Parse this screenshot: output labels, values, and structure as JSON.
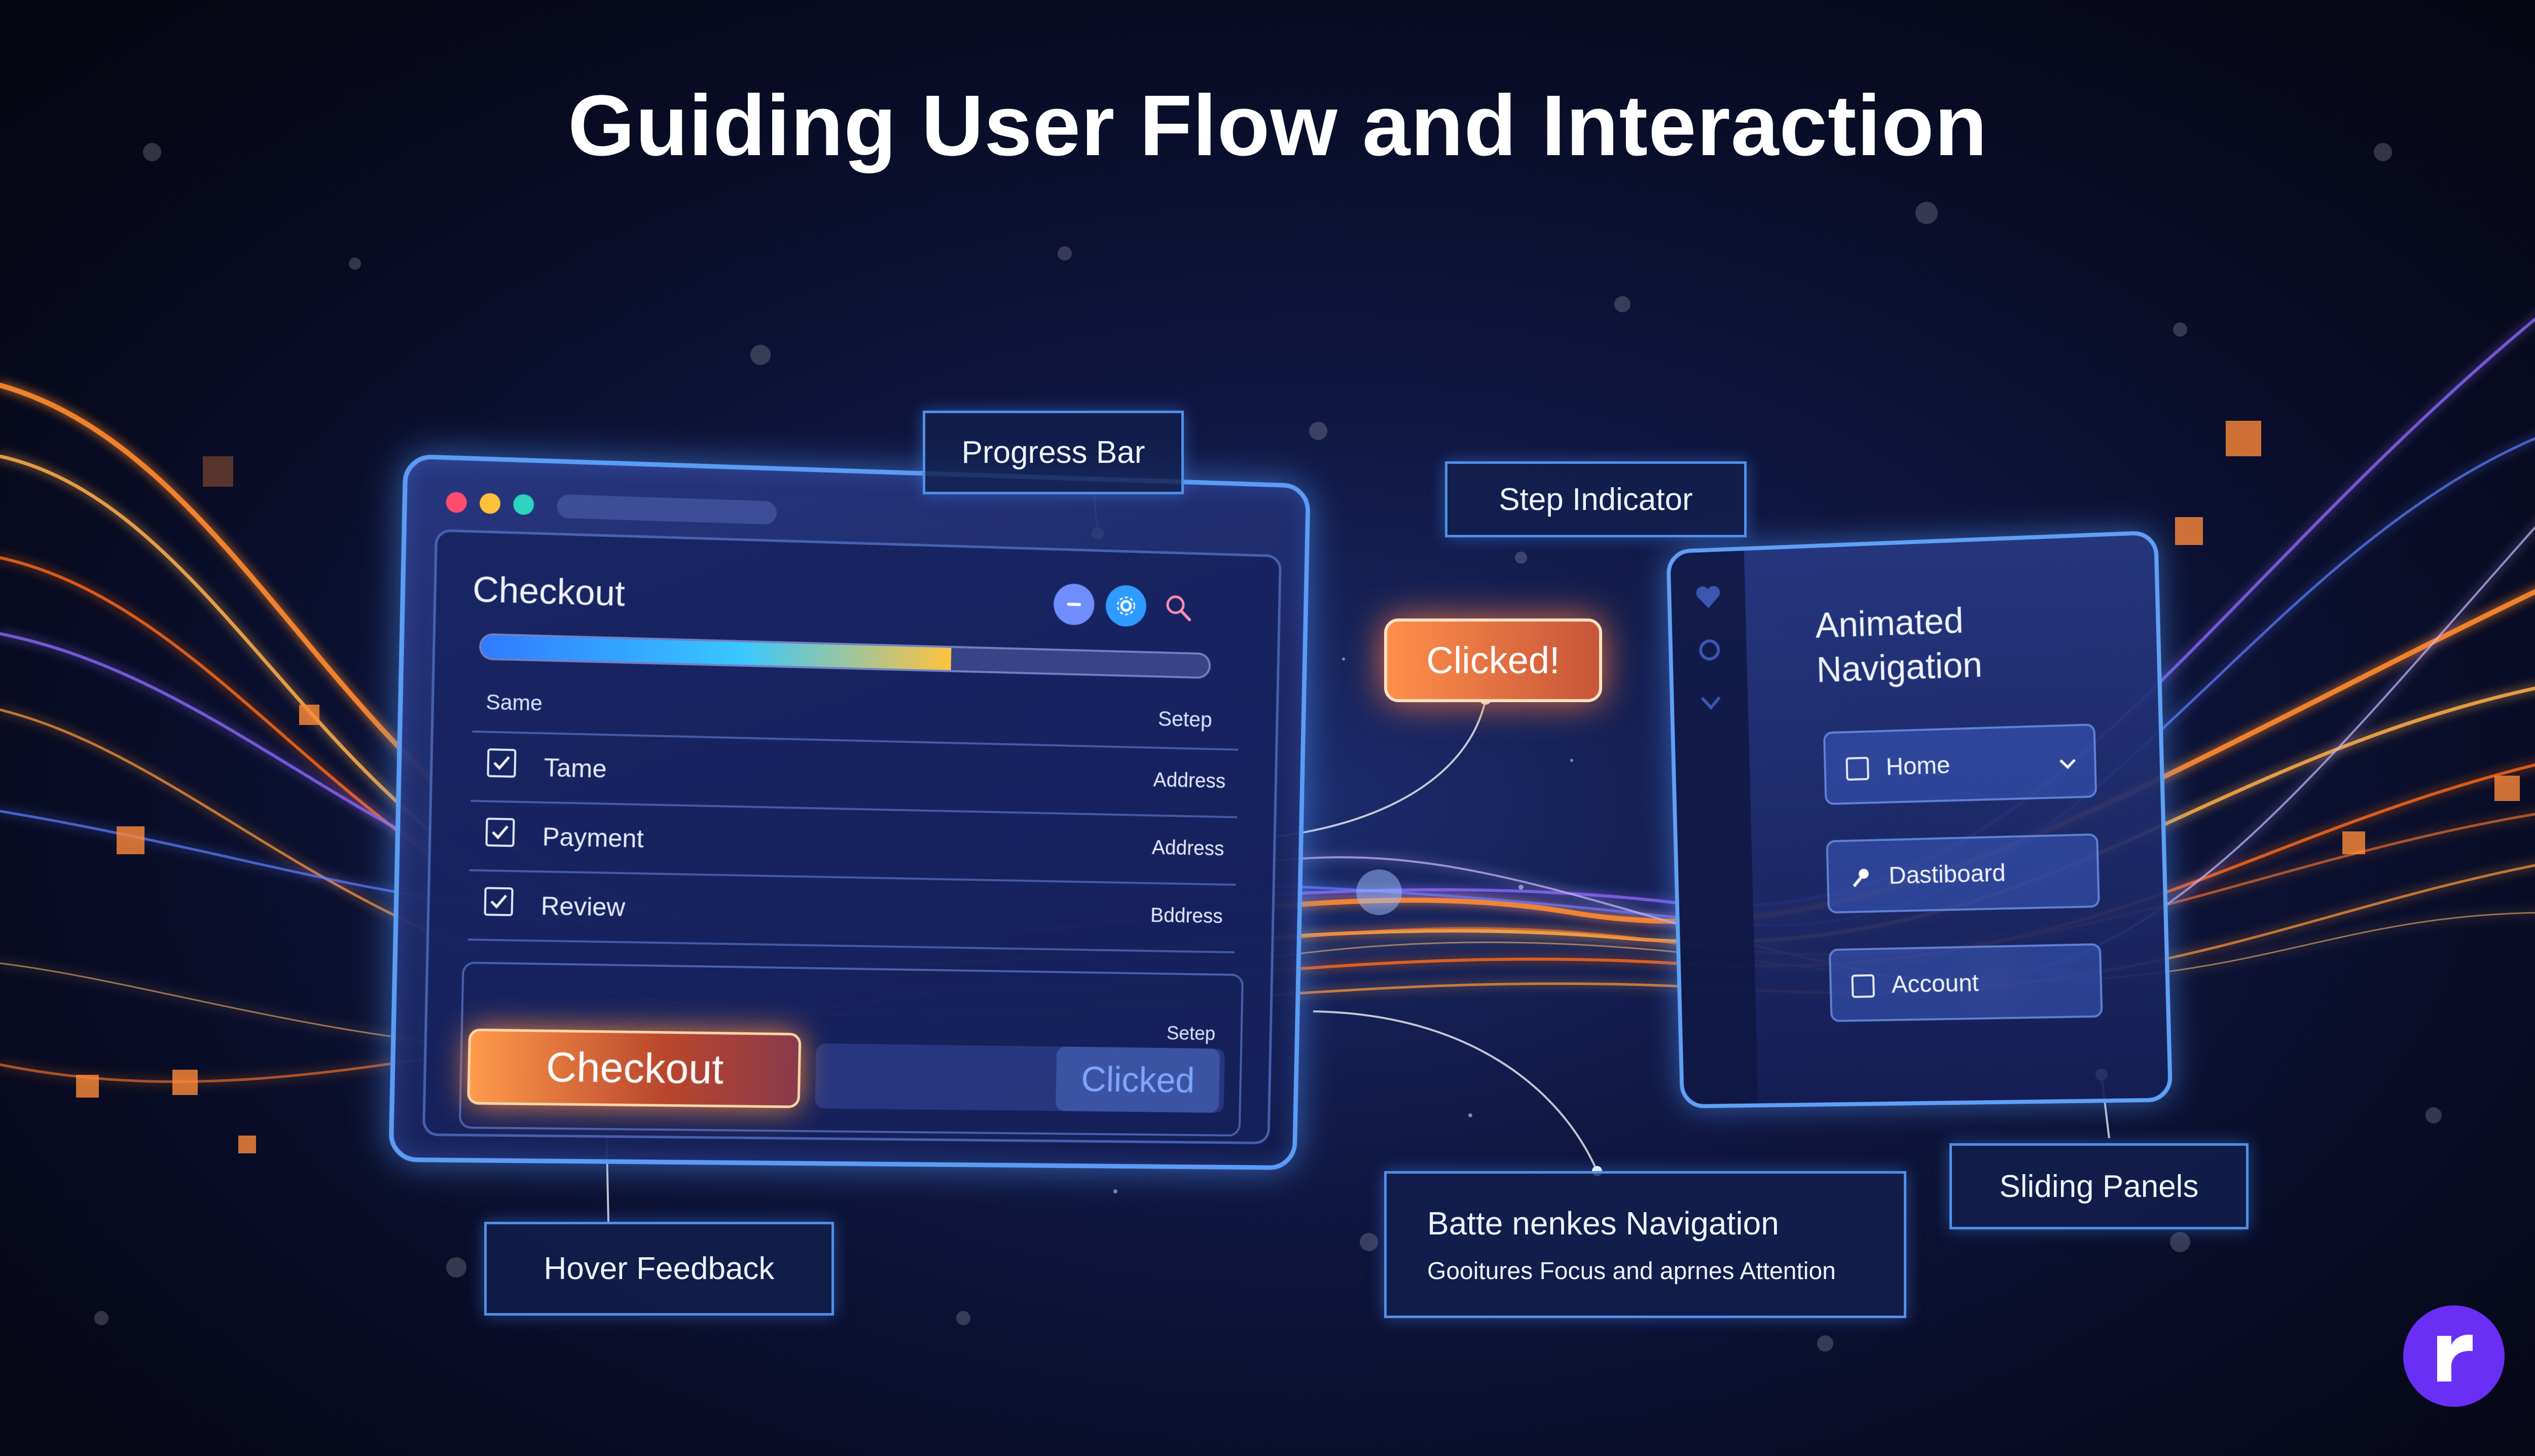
{
  "title": "Guiding User Flow and Interaction",
  "labels": {
    "progress_bar": "Progress Bar",
    "step_indicator": "Step Indicator",
    "hover_feedback": "Hover Feedback",
    "batte_line1": "Batte nenkes Navigation",
    "batte_line2": "Gooitures Focus and aprnes Attention",
    "sliding_panels": "Sliding Panels"
  },
  "checkout_window": {
    "title": "Checkout",
    "progress": 0.64,
    "column_left": "Same",
    "column_right": "Setep",
    "rows": [
      {
        "label": "Tame",
        "right": "Address"
      },
      {
        "label": "Payment",
        "right": "Address"
      },
      {
        "label": "Review",
        "right": "Bddress"
      }
    ],
    "step_small": "Setep",
    "checkout_button": "Checkout",
    "clicked_button": "Clicked"
  },
  "clicked_pill": "Clicked!",
  "nav_panel": {
    "heading_line1": "Animated",
    "heading_line2": "Navigation",
    "items": [
      "Home",
      "Dastiboard",
      "Account"
    ]
  },
  "colors": {
    "accent_blue": "#4f8fe6",
    "accent_orange": "#ff9a4b",
    "logo_purple": "#6a2ff5"
  },
  "icons": [
    "minus-icon",
    "settings-icon",
    "search-icon",
    "home-icon",
    "pin-icon",
    "square-icon",
    "chevron-down-icon",
    "heart-icon",
    "circle-icon",
    "brand-logo-icon"
  ]
}
